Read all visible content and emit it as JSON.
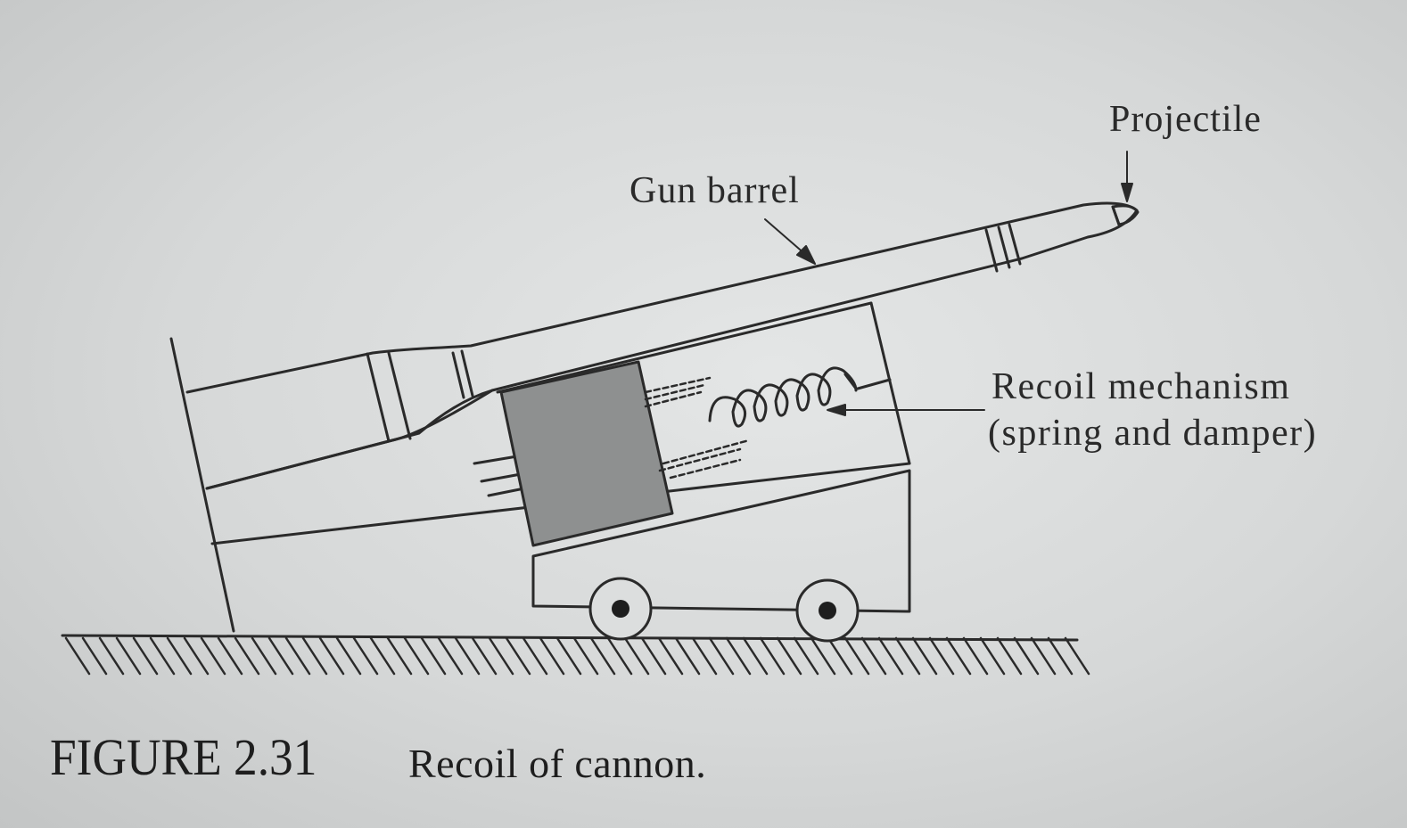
{
  "labels": {
    "projectile": "Projectile",
    "gun_barrel": "Gun barrel",
    "recoil_line1": "Recoil mechanism",
    "recoil_line2": "(spring and damper)"
  },
  "caption": {
    "number": "FIGURE 2.31",
    "text": "Recoil of cannon."
  },
  "colors": {
    "ink": "#2a2a2a",
    "mass_fill": "#8e9090",
    "paper": "#dcdede"
  }
}
